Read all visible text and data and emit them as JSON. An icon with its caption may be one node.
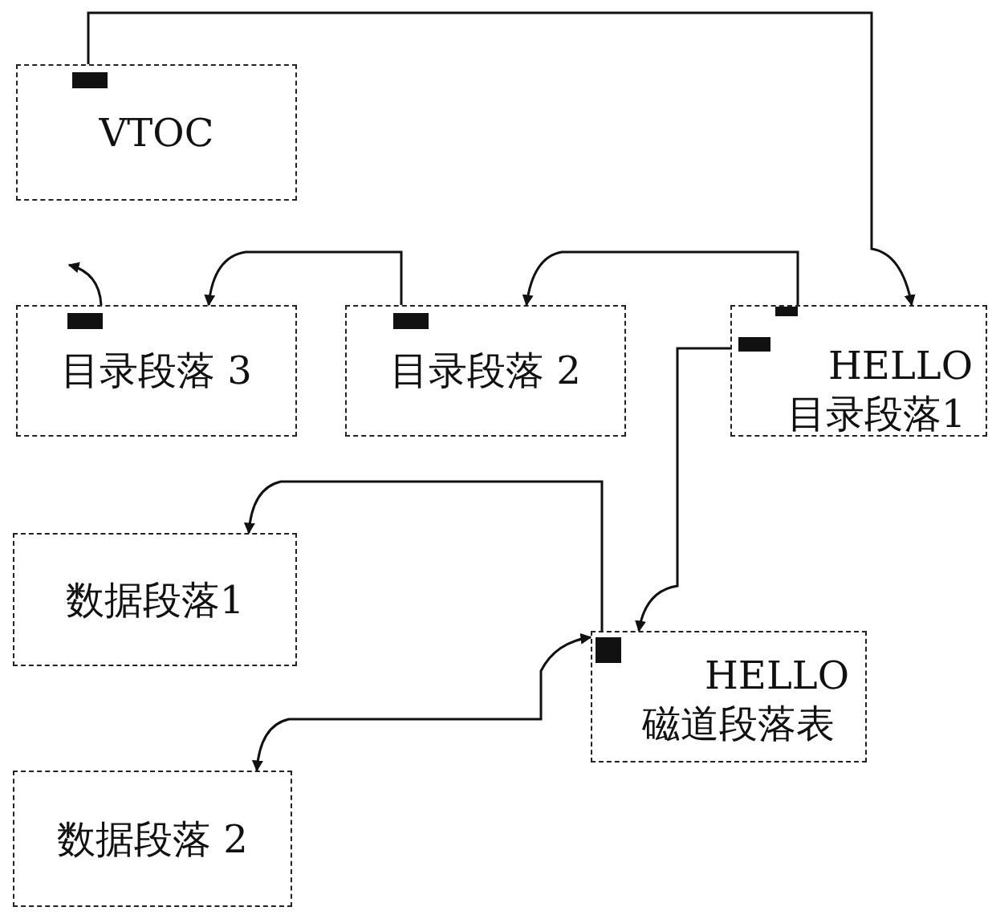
{
  "diagram": {
    "nodes": [
      {
        "text": [
          "VTOC"
        ]
      },
      {
        "text": [
          "目录段落 3"
        ]
      },
      {
        "text": [
          "目录段落 2"
        ]
      },
      {
        "text": [
          "HELLO",
          "目录段落1"
        ]
      },
      {
        "text": [
          "数据段落1"
        ]
      },
      {
        "text": [
          "HELLO",
          "磁道段落表"
        ]
      },
      {
        "text": [
          "数据段落 2"
        ]
      }
    ],
    "edges": [
      {
        "from": 0,
        "to": 3,
        "arrow": "to"
      },
      {
        "from": 3,
        "to": 2,
        "arrow": "to"
      },
      {
        "from": 2,
        "to": 1,
        "arrow": "to"
      },
      {
        "from": 1,
        "to": null,
        "arrow": "to"
      },
      {
        "from": 3,
        "to": 5,
        "arrow": "to"
      },
      {
        "from": 5,
        "to": 4,
        "arrow": "to"
      },
      {
        "from": 5,
        "to": 6,
        "arrow": "both"
      }
    ]
  }
}
